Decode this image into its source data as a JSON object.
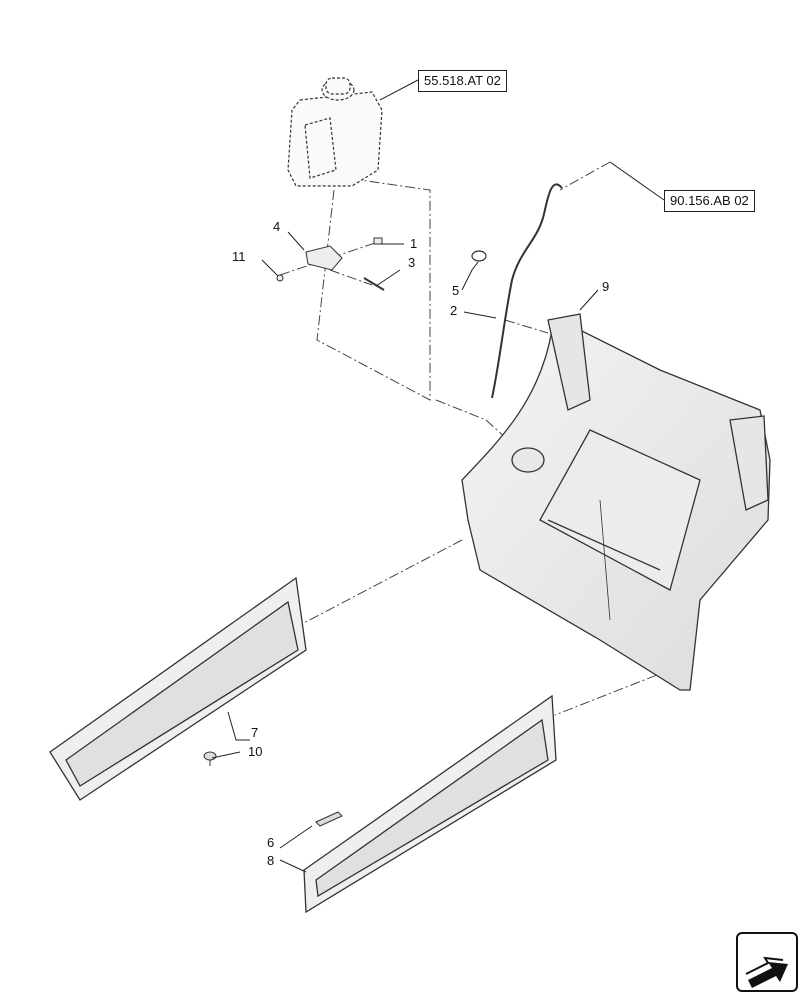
{
  "references": {
    "ref1": "55.518.AT 02",
    "ref2": "90.156.AB 02"
  },
  "callouts": {
    "c1": "1",
    "c2": "2",
    "c3": "3",
    "c4": "4",
    "c5": "5",
    "c6": "6",
    "c7": "7",
    "c8": "8",
    "c9": "9",
    "c10": "10",
    "c11": "11"
  },
  "icons": {
    "nav": "next-page-arrow-icon"
  }
}
